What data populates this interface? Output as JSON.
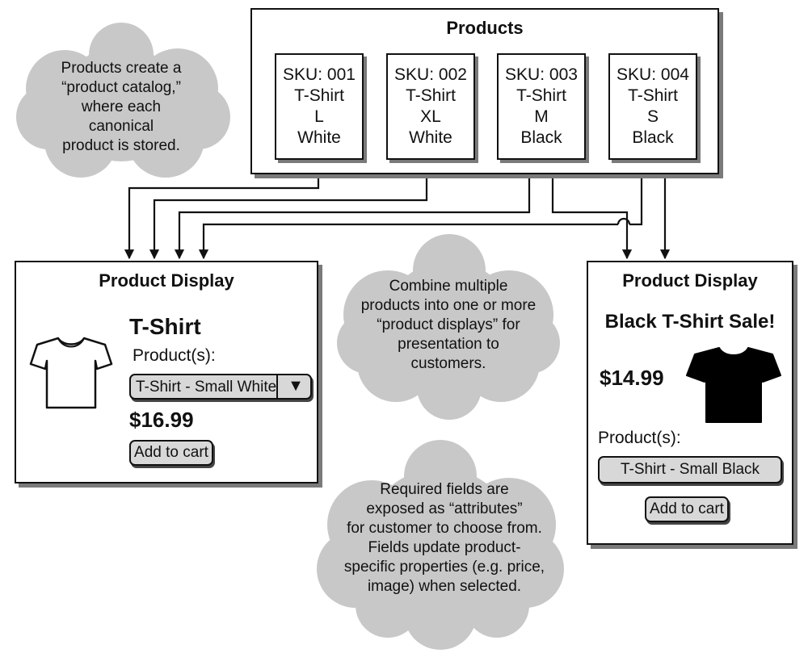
{
  "products_box": {
    "title": "Products",
    "skus": [
      {
        "sku": "SKU: 001",
        "item": "T-Shirt",
        "size": "L",
        "color": "White"
      },
      {
        "sku": "SKU: 002",
        "item": "T-Shirt",
        "size": "XL",
        "color": "White"
      },
      {
        "sku": "SKU: 003",
        "item": "T-Shirt",
        "size": "M",
        "color": "Black"
      },
      {
        "sku": "SKU: 004",
        "item": "T-Shirt",
        "size": "S",
        "color": "Black"
      }
    ]
  },
  "display_left": {
    "title": "Product Display",
    "product_name": "T-Shirt",
    "products_label": "Product(s):",
    "select_value": "T-Shirt - Small White",
    "dropdown_glyph": "▼",
    "price": "$16.99",
    "add_to_cart": "Add to cart",
    "shirt_icon": "white-tshirt-icon"
  },
  "display_right": {
    "title": "Product Display",
    "product_name": "Black T-Shirt Sale!",
    "price": "$14.99",
    "products_label": "Product(s):",
    "product_value": "T-Shirt - Small Black",
    "add_to_cart": "Add to cart",
    "shirt_icon": "black-tshirt-icon"
  },
  "clouds": {
    "catalog": [
      "Products create a",
      "“product catalog,”",
      "where each canonical",
      "product is stored."
    ],
    "combine": [
      "Combine multiple",
      "products into one or more",
      "“product displays” for",
      "presentation to",
      "customers."
    ],
    "attributes": [
      "Required fields are",
      "exposed as “attributes”",
      "for customer to choose from.",
      "Fields update product-",
      "specific properties (e.g. price,",
      "image) when selected."
    ]
  },
  "colors": {
    "cloud": "#c8c8c8",
    "shadow": "#7a7a7a",
    "stroke": "#111111",
    "pill": "#d8d8d8"
  }
}
